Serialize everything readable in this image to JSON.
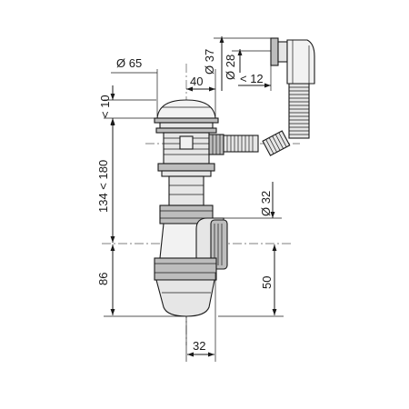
{
  "dimensions": {
    "diam_65": "Ø 65",
    "width_40": "40",
    "diam_37": "Ø 37",
    "diam_28": "Ø 28",
    "lt_12": "< 12",
    "lt_10": "< 10",
    "height_134_180": "134 < 180",
    "diam_32": "Ø 32",
    "height_86": "86",
    "height_50": "50",
    "width_32": "32"
  }
}
